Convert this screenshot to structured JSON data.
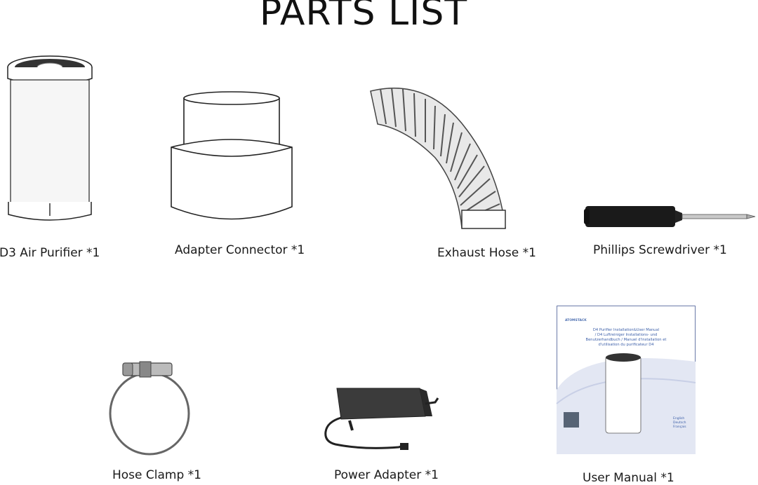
{
  "page": {
    "title": "PARTS LIST"
  },
  "parts": [
    {
      "label": "D3 Air Purifier *1"
    },
    {
      "label": "Adapter Connector *1"
    },
    {
      "label": "Exhaust Hose *1"
    },
    {
      "label": "Phillips Screwdriver *1"
    },
    {
      "label": "Hose Clamp *1"
    },
    {
      "label": "Power Adapter *1"
    },
    {
      "label": "User Manual *1"
    }
  ],
  "manual_cover": {
    "brand": "ATOMSTACK",
    "heading_lines": [
      "D4 Purifier Installation&User Manual",
      "/ D4 Luftreiniger Installations- und",
      "Benutzerhandbuch / Manuel d'installation et",
      "d'utilisation du purificateur D4"
    ],
    "languages": [
      "English",
      "Deutsch",
      "Français"
    ]
  },
  "icons": [
    "air-purifier-image",
    "adapter-connector-image",
    "exhaust-hose-image",
    "screwdriver-image",
    "hose-clamp-image",
    "power-adapter-image",
    "user-manual-image"
  ]
}
